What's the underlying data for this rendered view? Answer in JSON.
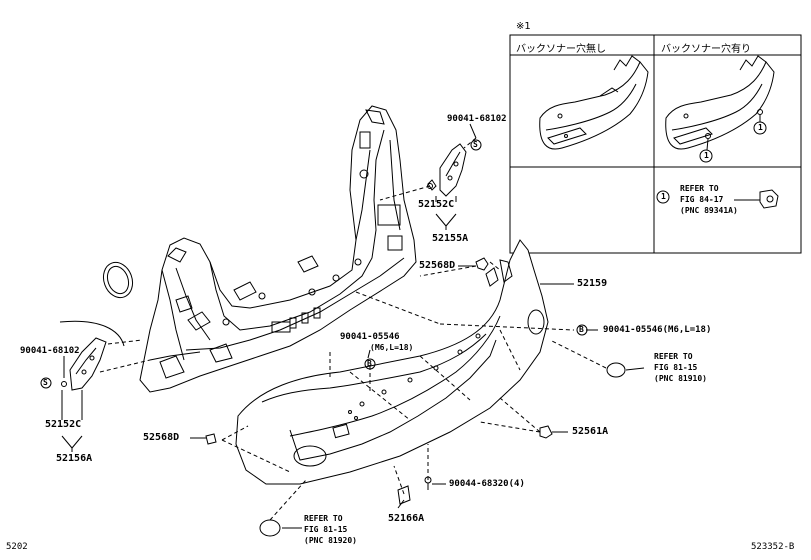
{
  "inset": {
    "note": "※1",
    "left_header": "バックソナー穴無し",
    "right_header": "バックソナー穴有り",
    "legend_symbol": "1",
    "legend_ref": [
      "REFER TO",
      "FIG 84-17",
      "(PNC 89341A)"
    ]
  },
  "parts": {
    "p90041_68102_top": "90041-68102",
    "p52152c_top": "52152C",
    "p52155a": "52155A",
    "p52568d_top": "52568D",
    "p52159": "52159",
    "p90041_05546_right": "90041-05546(M6,L=18)",
    "p90041_05546_mid": "90041-05546",
    "p90041_05546_mid_spec": "(M6,L=18)",
    "p90041_68102_left": "90041-68102",
    "p52152c_left": "52152C",
    "p52156a": "52156A",
    "p52568d_left": "52568D",
    "p52561a": "52561A",
    "p90044_68320": "90044-68320(4)",
    "p52166a": "52166A"
  },
  "refs": {
    "right": [
      "REFER TO",
      "FIG 81-15",
      "(PNC 81910)"
    ],
    "bottom": [
      "REFER TO",
      "FIG 81-15",
      "(PNC 81920)"
    ]
  },
  "symbols": {
    "s": "S",
    "b": "B",
    "one": "1"
  },
  "footer": {
    "left_code": "5202",
    "right_code": "523352-B"
  }
}
